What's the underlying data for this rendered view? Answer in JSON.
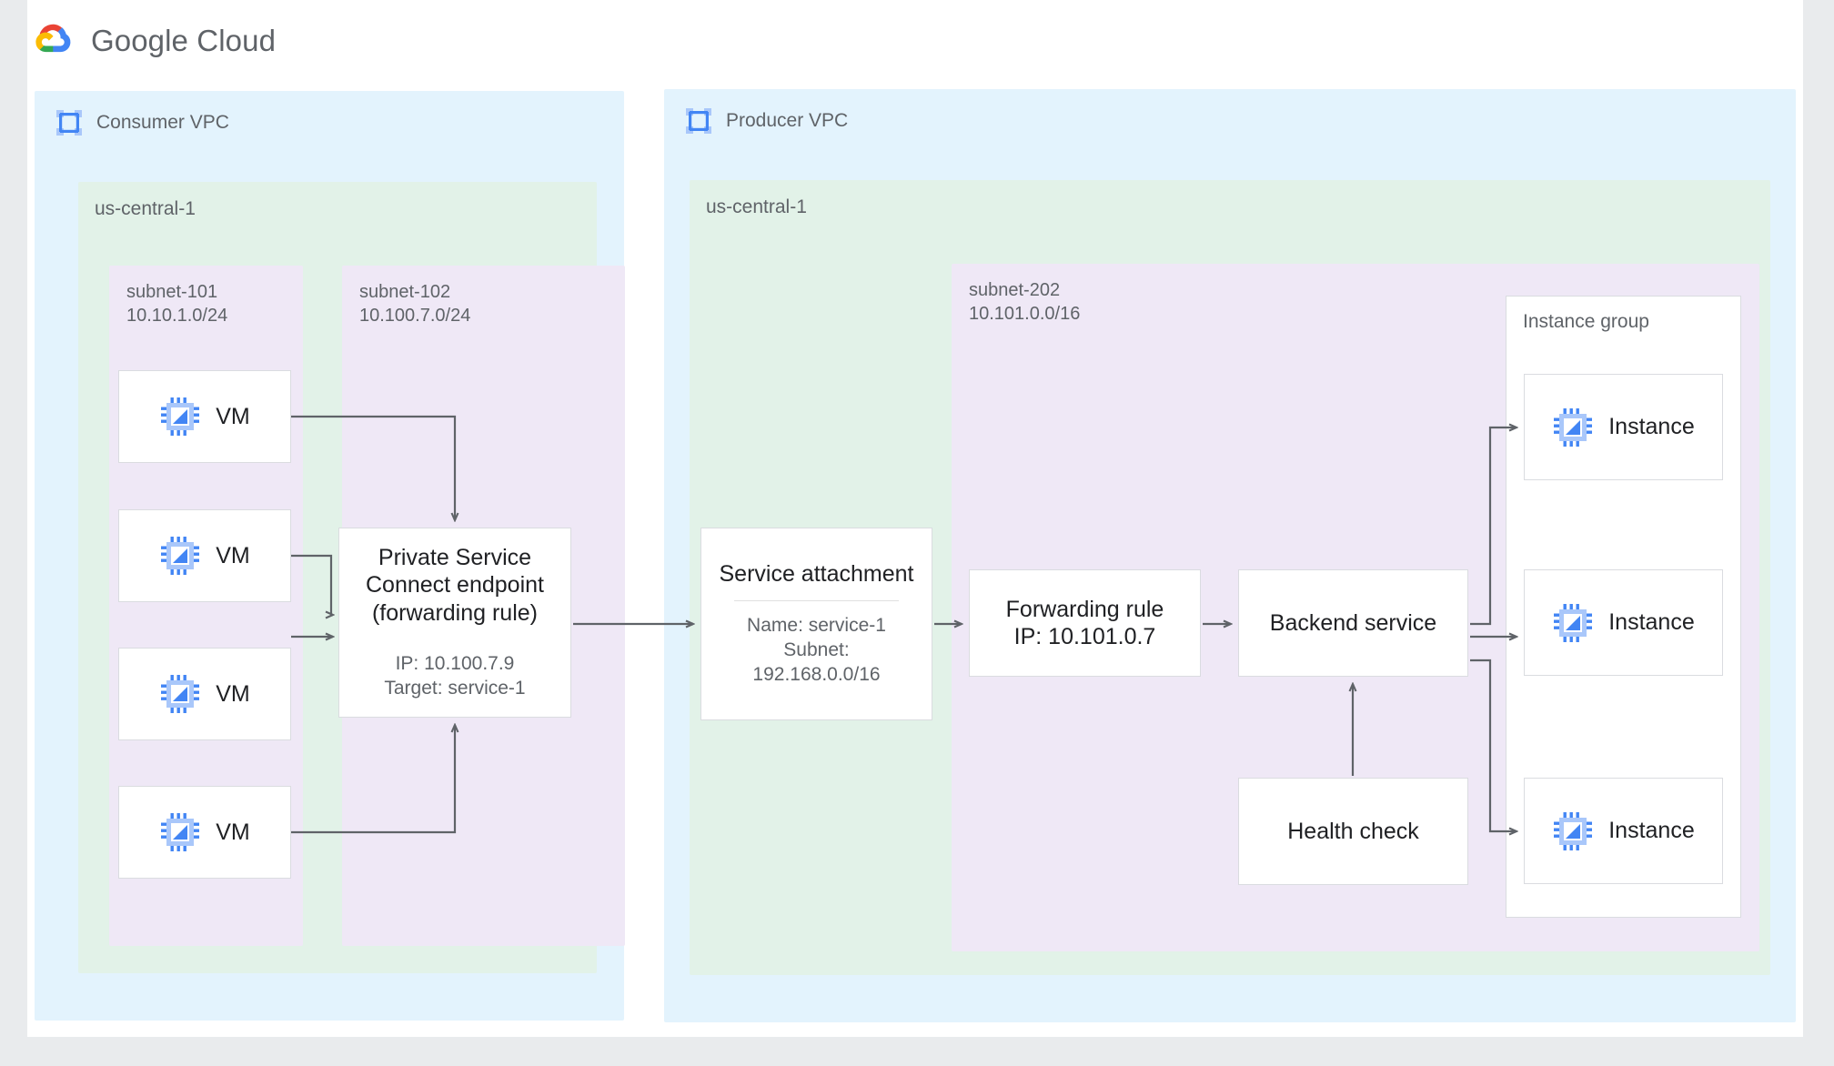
{
  "brand": {
    "logo_icon": "google-cloud-logo-icon",
    "name_part1": "Google",
    "name_part2": "Cloud",
    "colors": {
      "page_background": "#e9ebed",
      "card_background": "#ffffff",
      "vpc_fill": "#e3f3fd",
      "region_fill": "#e2f2e8",
      "subnet_fill": "#efe8f6",
      "node_fill": "#ffffff",
      "node_border": "#dadce0",
      "edge_stroke": "#5f6368",
      "text_primary": "#202124",
      "text_secondary": "#5f6368",
      "icon_blue": "#4285f4",
      "icon_blue_light": "#a9c7fa"
    }
  },
  "consumer_vpc": {
    "icon": "vpc-network-icon",
    "label": "Consumer VPC",
    "region": {
      "label": "us-central-1"
    },
    "subnet_101": {
      "name": "subnet-101",
      "cidr": "10.10.1.0/24",
      "vms": [
        {
          "icon": "vm-chip-icon",
          "label": "VM"
        },
        {
          "icon": "vm-chip-icon",
          "label": "VM"
        },
        {
          "icon": "vm-chip-icon",
          "label": "VM"
        },
        {
          "icon": "vm-chip-icon",
          "label": "VM"
        }
      ]
    },
    "subnet_102": {
      "name": "subnet-102",
      "cidr": "10.100.7.0/24",
      "endpoint": {
        "title": "Private Service\nConnect endpoint\n(forwarding rule)",
        "details": "IP: 10.100.7.9\nTarget: service-1"
      }
    }
  },
  "producer_vpc": {
    "icon": "vpc-network-icon",
    "label": "Producer VPC",
    "region": {
      "label": "us-central-1"
    },
    "service_attachment": {
      "title": "Service attachment",
      "details": "Name: service-1\nSubnet:\n192.168.0.0/16"
    },
    "subnet_202": {
      "name": "subnet-202",
      "cidr": "10.101.0.0/16",
      "forwarding_rule": {
        "title": "Forwarding rule\nIP: 10.101.0.7"
      },
      "backend_service": {
        "title": "Backend service"
      },
      "health_check": {
        "title": "Health check"
      },
      "instance_group": {
        "label": "Instance group",
        "instances": [
          {
            "icon": "vm-chip-icon",
            "label": "Instance"
          },
          {
            "icon": "vm-chip-icon",
            "label": "Instance"
          },
          {
            "icon": "vm-chip-icon",
            "label": "Instance"
          }
        ]
      }
    }
  }
}
